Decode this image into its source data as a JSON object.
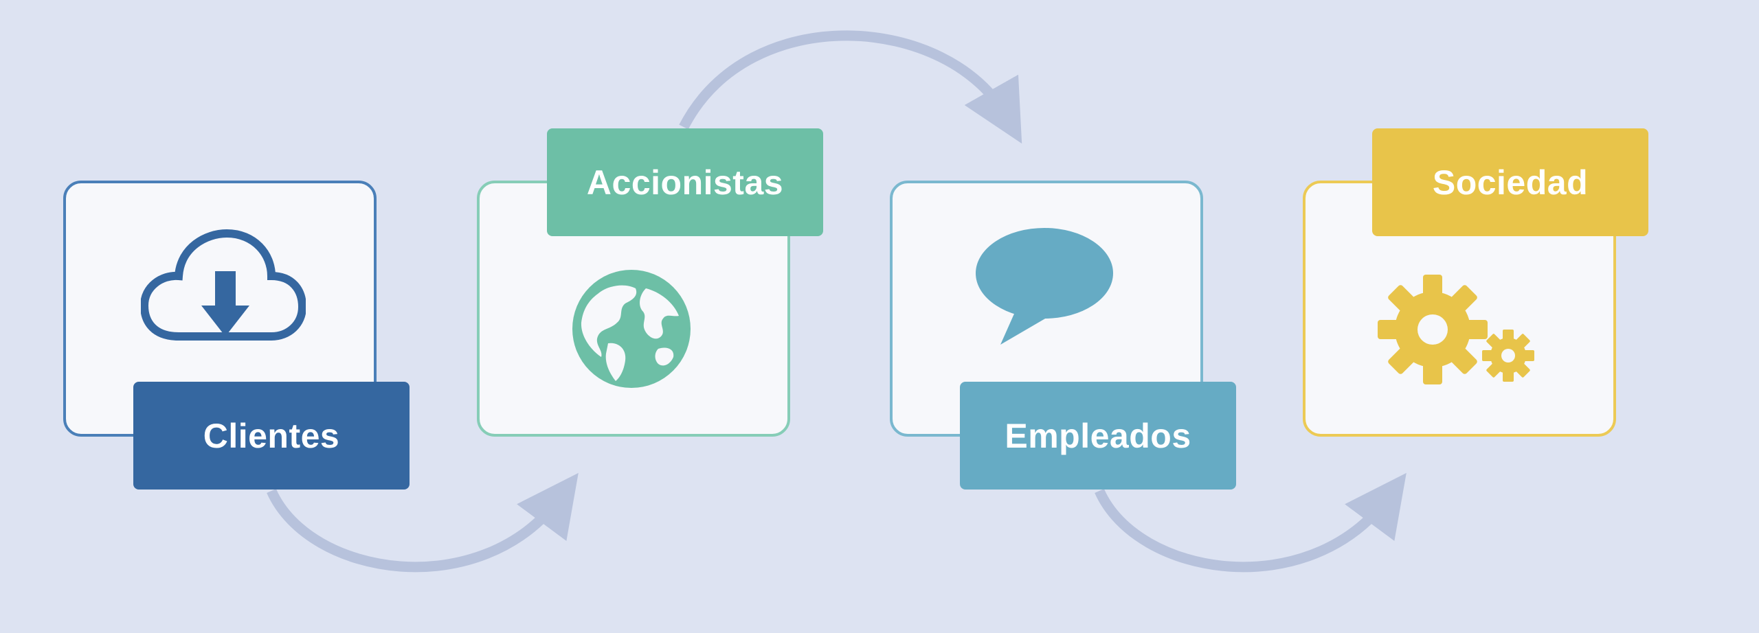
{
  "stakeholders": [
    {
      "label": "Clientes",
      "icon": "cloud-download-icon",
      "color": "#3567a0",
      "border": "#4a7fb8"
    },
    {
      "label": "Accionistas",
      "icon": "globe-icon",
      "color": "#6dbfa6",
      "border": "#86cdb7"
    },
    {
      "label": "Empleados",
      "icon": "speech-bubble-icon",
      "color": "#66abc4",
      "border": "#7ab8cf"
    },
    {
      "label": "Sociedad",
      "icon": "gears-icon",
      "color": "#e8c44a",
      "border": "#ecca55"
    }
  ],
  "connector_color": "#b7c2dc"
}
